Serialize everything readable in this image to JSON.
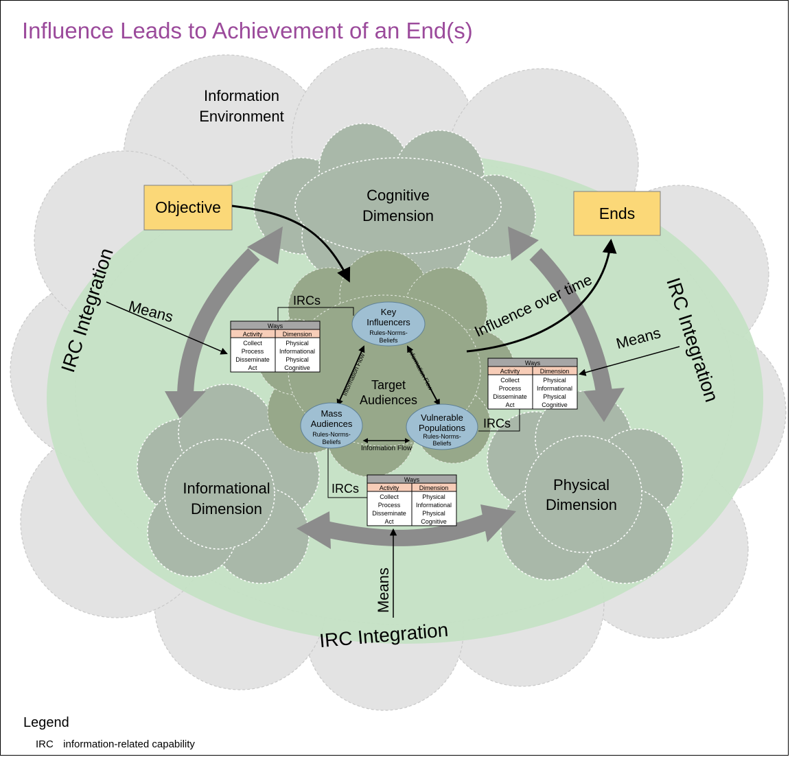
{
  "page_title": "Influence Leads to Achievement of an End(s)",
  "environment_label": [
    "Information",
    "Environment"
  ],
  "objective_label": "Objective",
  "ends_label": "Ends",
  "cognitive_label": [
    "Cognitive",
    "Dimension"
  ],
  "informational_label": [
    "Informational",
    "Dimension"
  ],
  "physical_label": [
    "Physical",
    "Dimension"
  ],
  "irc_integration_label": "IRC Integration",
  "means_label": "Means",
  "ircs_label": "IRCs",
  "influence_label": "Influence over time",
  "target_audiences_label": [
    "Target",
    "Audiences"
  ],
  "information_flow_label": "Information Flow",
  "audiences": {
    "key": [
      "Key",
      "Influencers"
    ],
    "mass": [
      "Mass",
      "Audiences"
    ],
    "vulnerable": [
      "Vulnerable",
      "Populations"
    ],
    "rules": [
      "Rules-Norms-",
      "Beliefs"
    ]
  },
  "ways_table": {
    "title": "Ways",
    "headers": [
      "Activity",
      "Dimension"
    ],
    "activities": [
      "Collect",
      "Process",
      "Disseminate",
      "Act"
    ],
    "dimensions": [
      "Physical",
      "Informational",
      "Physical",
      "Cognitive"
    ]
  },
  "legend": {
    "heading": "Legend",
    "abbr": "IRC",
    "definition": "information-related capability"
  },
  "colors": {
    "title": "#9b4a9b",
    "environment_cloud": "#e3e3e3",
    "ellipse": "#c5e2c5",
    "dimension_cloud": "#a9b8a9",
    "target_cloud": "#97a88a",
    "audience_oval": "#9fbfd2",
    "objective_box": "#fbd878",
    "arrow_gray": "#8c8c8c",
    "table_header": "#f7cdb8"
  }
}
